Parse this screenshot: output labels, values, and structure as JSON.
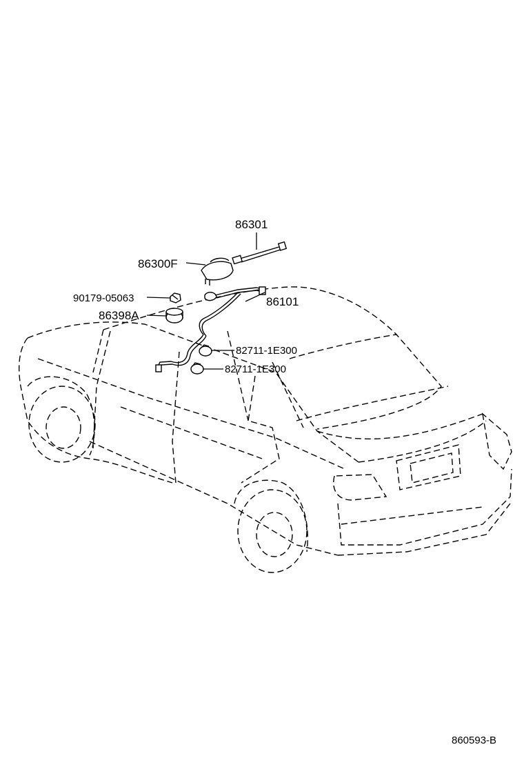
{
  "callouts": {
    "antenna_rod": "86301",
    "antenna_base": "86300F",
    "nut": "90179-05063",
    "cap": "86398A",
    "cable": "86101",
    "clamp_1": "82711-1E300",
    "clamp_2": "82711-1E300"
  },
  "figure_code": "860593-B"
}
